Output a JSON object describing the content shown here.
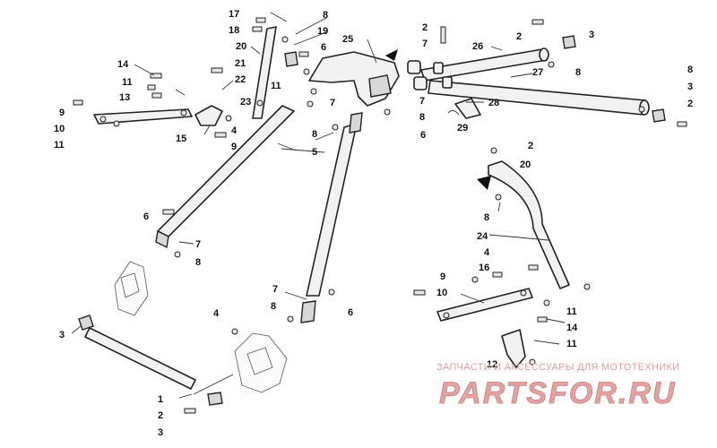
{
  "callouts": [
    "1",
    "2",
    "3",
    "4",
    "5",
    "6",
    "7",
    "8",
    "9",
    "10",
    "11",
    "12",
    "13",
    "14",
    "15",
    "16",
    "17",
    "18",
    "19",
    "20",
    "21",
    "22",
    "23",
    "24",
    "25",
    "26",
    "27",
    "28",
    "29"
  ],
  "watermark": {
    "tagline": "ЗАПЧАСТИ И АКСЕССУАРЫ ДЛЯ МОТОТЕХНИКИ",
    "logo_text": "PARTSFOR.RU"
  },
  "colors": {
    "watermark": "#e3a3a3"
  }
}
